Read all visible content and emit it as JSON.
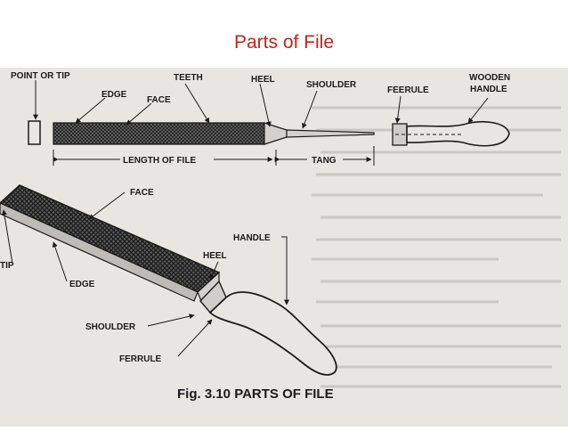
{
  "slide": {
    "title": "Parts of File"
  },
  "diagram": {
    "top_labels": {
      "point_or_tip": "POINT OR TIP",
      "teeth": "TEETH",
      "edge": "EDGE",
      "face": "FACE",
      "heel": "HEEL",
      "shoulder": "SHOULDER",
      "ferrule": "FEERULE",
      "wooden_handle_line1": "WOODEN",
      "wooden_handle_line2": "HANDLE",
      "length_of_file": "LENGTH OF FILE",
      "tang": "TANG"
    },
    "bottom_labels": {
      "face": "FACE",
      "handle": "HANDLE",
      "heel": "HEEL",
      "tip": "TIP",
      "edge": "EDGE",
      "shoulder": "SHOULDER",
      "ferrule": "FERRULE"
    },
    "caption": "Fig. 3.10 PARTS OF FILE"
  },
  "colors": {
    "title": "#c0241c",
    "paper": "#e7e6e1",
    "ink": "#1b1b1b"
  }
}
